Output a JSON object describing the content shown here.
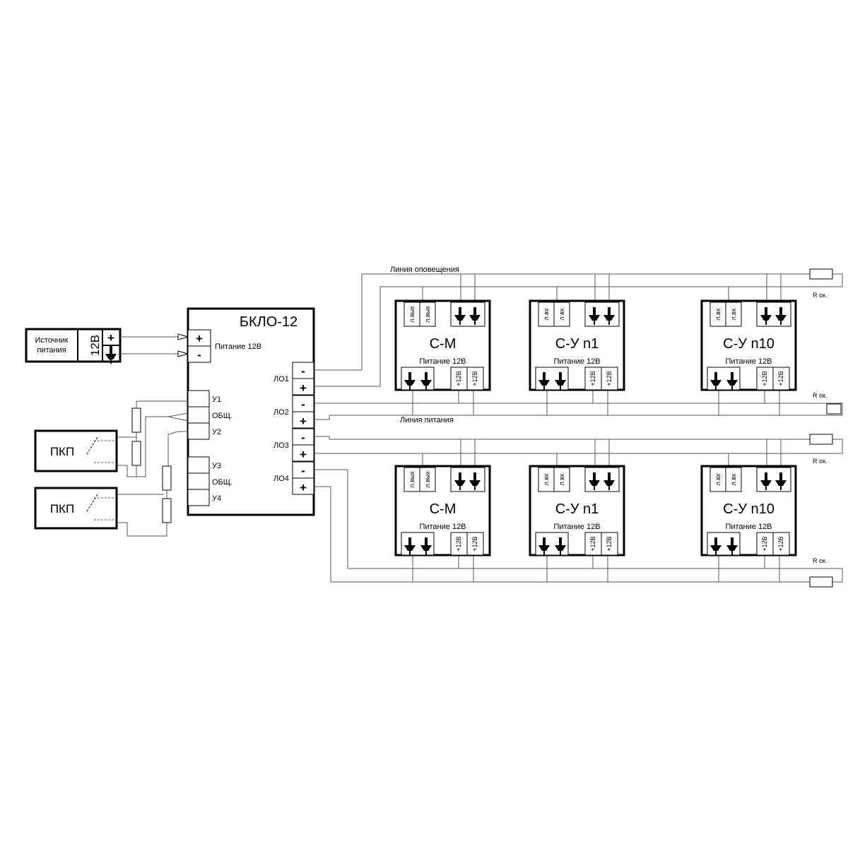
{
  "power_source": {
    "title_line1": "Источник",
    "title_line2": "питания",
    "voltage": "12В",
    "plus": "+"
  },
  "bklo": {
    "title": "БКЛО-12",
    "power_label": "Питание 12В",
    "plus": "+",
    "minus": "-",
    "inputs": [
      "У1",
      "ОБЩ.",
      "У2",
      "У3",
      "ОБЩ.",
      "У4"
    ],
    "lines": [
      "ЛО1",
      "ЛО2",
      "ЛО3",
      "ЛО4"
    ]
  },
  "pkp": [
    "ПКП",
    "ПКП"
  ],
  "labels": {
    "notify_line": "Линия оповещения",
    "power_line": "Линия питания",
    "r_ok": "R ок."
  },
  "modules": [
    {
      "title": "С-М",
      "pins": [
        "л.вых",
        "л.вых"
      ],
      "power": "Питание 12В",
      "v": [
        "+12В",
        "+12В"
      ]
    },
    {
      "title": "С-У n1",
      "pins": [
        "л.вх",
        "л.вх"
      ],
      "power": "Питание 12В",
      "v": [
        "+12В",
        "+12В"
      ]
    },
    {
      "title": "С-У n10",
      "pins": [
        "л.вх",
        "л.вх"
      ],
      "power": "Питание 12В",
      "v": [
        "+12В",
        "+12В"
      ]
    },
    {
      "title": "С-М",
      "pins": [
        "л.вых",
        "л.вых"
      ],
      "power": "Питание 12В",
      "v": [
        "+12В",
        "+12В"
      ]
    },
    {
      "title": "С-У n1",
      "pins": [
        "л.вх",
        "л.вх"
      ],
      "power": "Питание 12В",
      "v": [
        "+12В",
        "+12В"
      ]
    },
    {
      "title": "С-У n10",
      "pins": [
        "л.вх",
        "л.вх"
      ],
      "power": "Питание 12В",
      "v": [
        "+12В",
        "+12В"
      ]
    }
  ]
}
